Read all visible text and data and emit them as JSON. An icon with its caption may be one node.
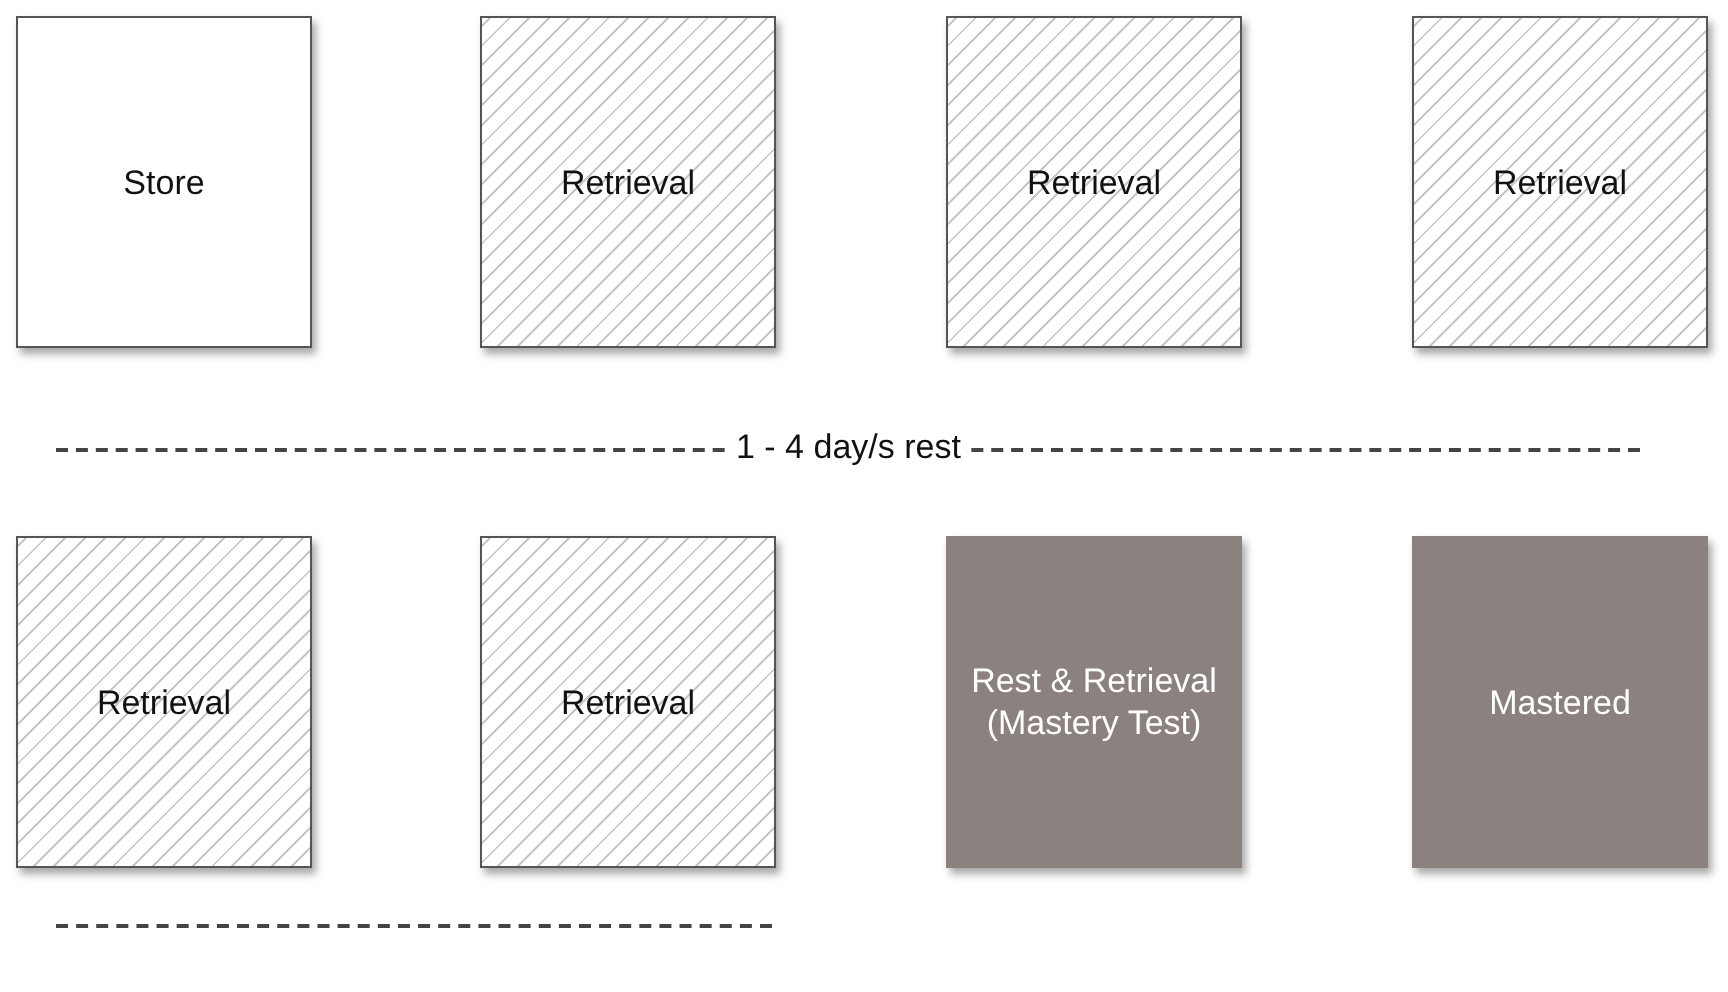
{
  "diagram": {
    "nodes": [
      {
        "text": [
          "Store"
        ]
      },
      {
        "text": [
          "Retrieval"
        ]
      },
      {
        "text": [
          "Retrieval"
        ]
      },
      {
        "text": [
          "Retrieval"
        ]
      },
      {
        "text": [
          "Retrieval"
        ]
      },
      {
        "text": [
          "Retrieval"
        ]
      },
      {
        "text": [
          "Rest & Retrieval (Mastery Test)"
        ]
      },
      {
        "text": [
          "Mastered"
        ]
      }
    ],
    "edges": [],
    "labels": [
      "1 - 4 day/s rest"
    ]
  }
}
